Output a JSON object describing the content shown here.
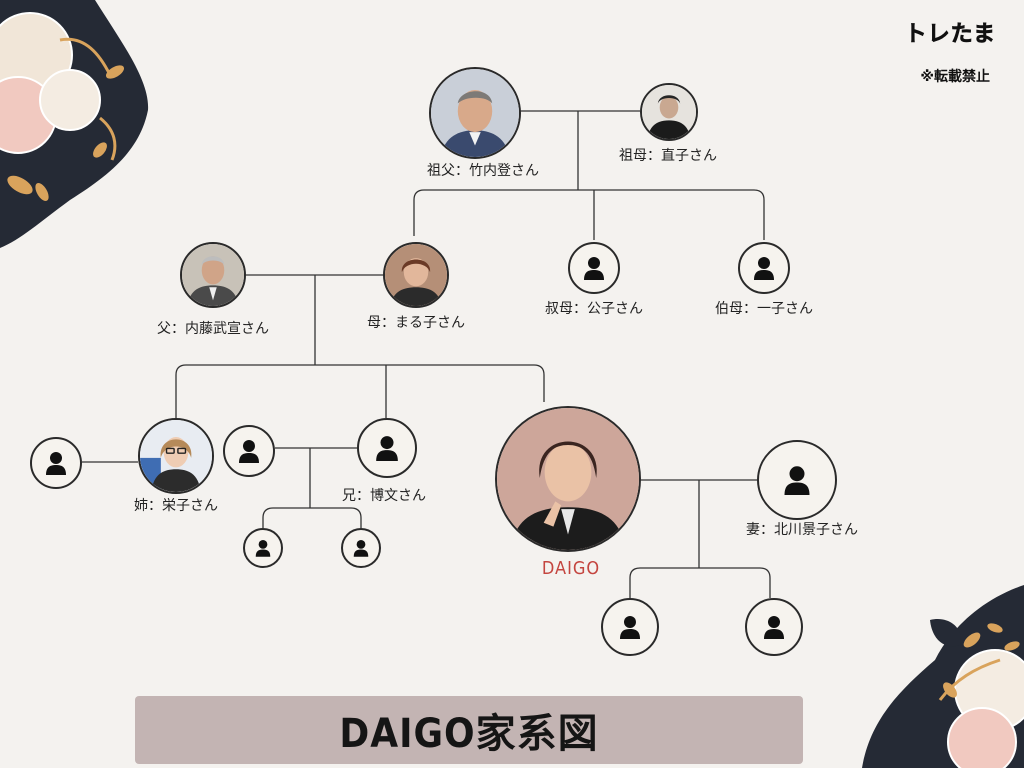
{
  "header": {
    "brand": "トレたま",
    "notice": "※転載禁止"
  },
  "title": "DAIGO家系図",
  "people": {
    "grandfather": "祖父：竹内登さん",
    "grandmother": "祖母：直子さん",
    "aunt_1": "叔母：公子さん",
    "aunt_2": "伯母：一子さん",
    "father": "父：内藤武宣さん",
    "mother": "母：まる子さん",
    "sister": "姉：栄子さん",
    "brother": "兄：博文さん",
    "daigo": "DAIGO",
    "wife": "妻：北川景子さん"
  },
  "icons": {
    "person_placeholder": "person-silhouette-icon",
    "photo_portrait": "portrait-photo"
  },
  "colors": {
    "background": "#f4f2ef",
    "line": "#333333",
    "title_bar": "#c3b4b3",
    "daigo_label": "#c4453f",
    "decor_dark": "#252a35",
    "decor_gold": "#d9a35c",
    "decor_pink": "#f1c9c0"
  }
}
